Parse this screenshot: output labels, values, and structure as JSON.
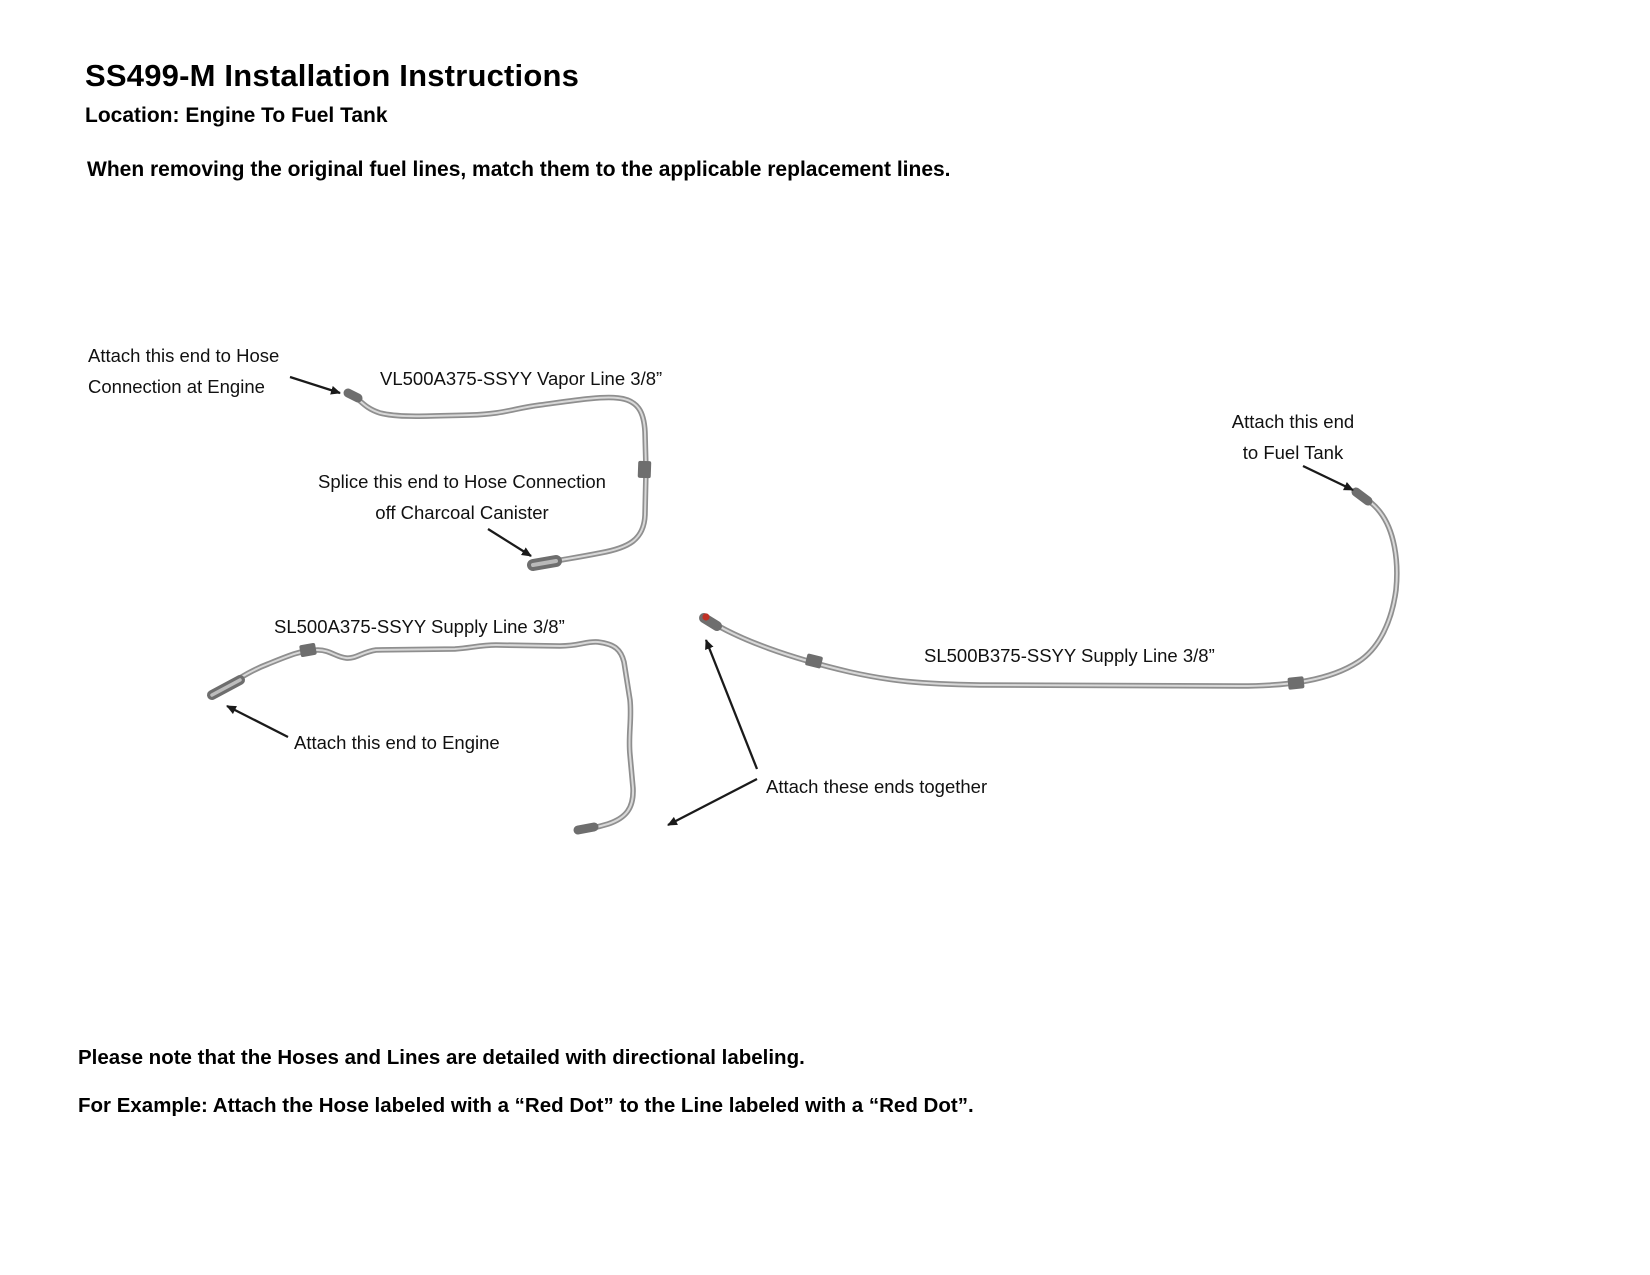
{
  "header": {
    "title": "SS499-M Installation Instructions",
    "location": "Location: Engine To Fuel Tank",
    "intro": "When removing the original fuel lines, match them to the applicable replacement lines."
  },
  "diagram": {
    "vapor_line_label": "VL500A375-SSYY Vapor Line 3/8”",
    "supply_line_a_label": "SL500A375-SSYY Supply Line 3/8”",
    "supply_line_b_label": "SL500B375-SSYY Supply Line 3/8”",
    "callout_engine_hose_line1": "Attach this end to Hose",
    "callout_engine_hose_line2": "Connection at Engine",
    "callout_splice_line1": "Splice this end to Hose Connection",
    "callout_splice_line2": "off Charcoal Canister",
    "callout_attach_engine": "Attach this end to Engine",
    "callout_attach_together": "Attach these ends together",
    "callout_fuel_tank_line1": "Attach this end",
    "callout_fuel_tank_line2": "to Fuel Tank",
    "colors": {
      "line_outer": "#8f8f8f",
      "line_inner": "#d8d8d8",
      "fitting": "#6e6e6e",
      "red_dot": "#c03024",
      "arrow": "#1a1a1a"
    }
  },
  "footer": {
    "note1": "Please note that the Hoses and Lines are detailed with directional labeling.",
    "note2": "For Example: Attach the Hose labeled with a “Red Dot” to the Line labeled with a “Red Dot”."
  }
}
